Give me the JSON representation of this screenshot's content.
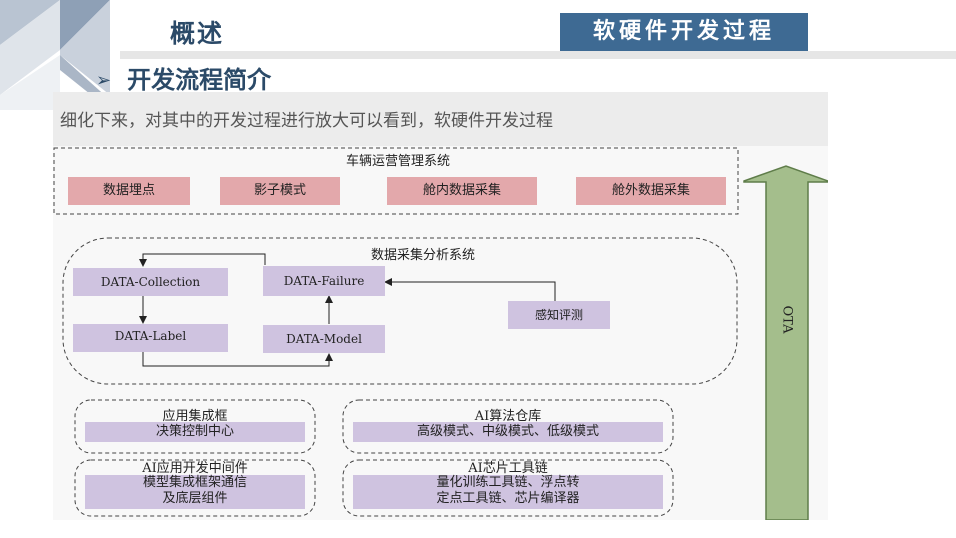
{
  "header": {
    "title": "概述",
    "badge": "软硬件开发过程",
    "bullet": "➢",
    "subtitle": "开发流程简介"
  },
  "intro_text": "细化下来，对其中的开发过程进行放大可以看到，软硬件开发过程",
  "diagram": {
    "vehicle_system": {
      "title": "车辆运营管理系统",
      "items": [
        "数据埋点",
        "影子模式",
        "舱内数据采集",
        "舱外数据采集"
      ]
    },
    "analysis_system": {
      "title": "数据采集分析系统",
      "collection": "DATA-Collection",
      "label": "DATA-Label",
      "failure": "DATA-Failure",
      "model": "DATA-Model",
      "perception": "感知评测"
    },
    "app_framework": {
      "title": "应用集成框",
      "item": "决策控制中心"
    },
    "algo_repo": {
      "title": "AI算法仓库",
      "item": "高级模式、中级模式、低级模式"
    },
    "middleware": {
      "title": "AI应用开发中间件",
      "item_line1": "模型集成框架通信",
      "item_line2": "及底层组件"
    },
    "chip_toolchain": {
      "title": "AI芯片工具链",
      "item_line1": "量化训练工具链、浮点转",
      "item_line2": "定点工具链、芯片编译器"
    },
    "ota_label": "OTA"
  }
}
